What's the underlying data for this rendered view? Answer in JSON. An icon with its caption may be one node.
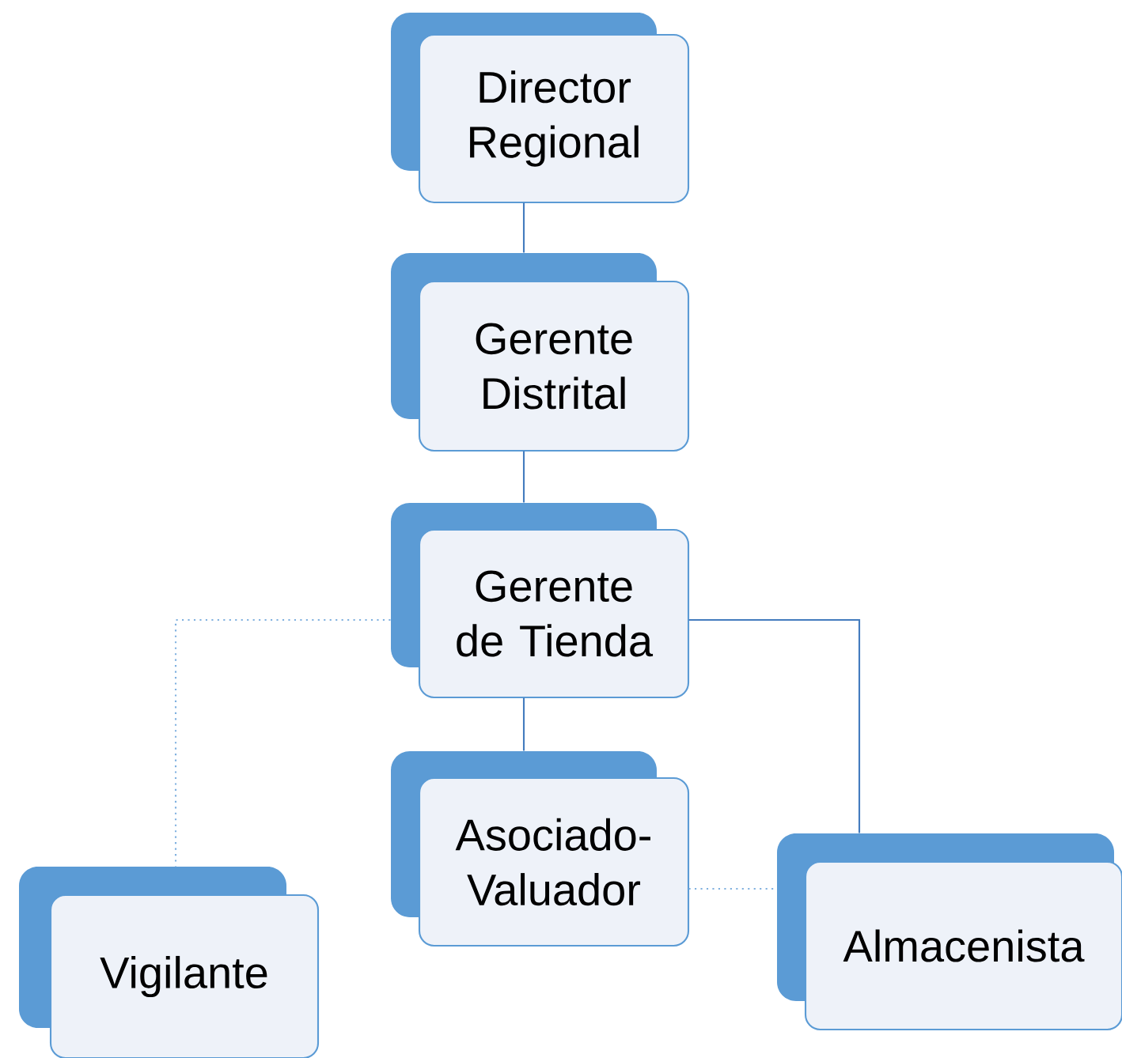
{
  "diagram": {
    "nodes": [
      {
        "text": [
          "Director Regional"
        ]
      },
      {
        "text": [
          "Gerente Distrital"
        ]
      },
      {
        "text": [
          "Gerente de Tienda"
        ]
      },
      {
        "text": [
          "Asociado-Valuador"
        ]
      },
      {
        "text": [
          "Vigilante"
        ]
      },
      {
        "text": [
          "Almacenista"
        ]
      }
    ],
    "edges": [
      {
        "from": 0,
        "to": 1,
        "arrow": "none"
      },
      {
        "from": 1,
        "to": 2,
        "arrow": "none"
      },
      {
        "from": 2,
        "to": 3,
        "arrow": "none"
      },
      {
        "from": 2,
        "to": 4,
        "arrow": "none",
        "style": "dashed"
      },
      {
        "from": 2,
        "to": 5,
        "arrow": "none"
      },
      {
        "from": 3,
        "to": 5,
        "arrow": "none",
        "style": "dashed"
      }
    ]
  }
}
